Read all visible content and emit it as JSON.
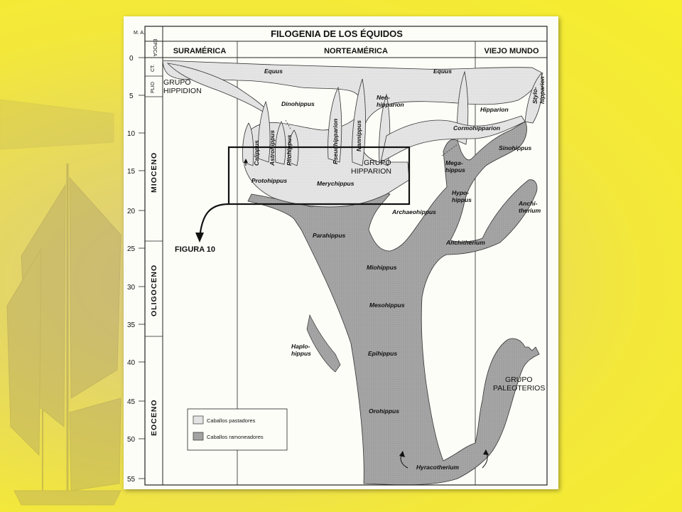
{
  "diagram": {
    "title": "FILOGENIA DE LOS ÉQUIDOS",
    "scale_header": "M. A.",
    "epoch_header": "ÉPOCA",
    "regions": [
      "SURAMÉRICA",
      "NORTEAMÉRICA",
      "VIEJO MUNDO"
    ],
    "ticks": [
      "0",
      "5",
      "10",
      "15",
      "20",
      "25",
      "30",
      "35",
      "40",
      "45",
      "50",
      "55"
    ],
    "epochs": {
      "ct": "CT.",
      "plio": "PLIO",
      "mioceno": "MIOCENO",
      "oligoceno": "OLIGOCENO",
      "eoceno": "EOCENO"
    },
    "groups": {
      "hippidion_1": "GRUPO",
      "hippidion_2": "HIPPIDION",
      "hipparion_1": "GRUPO",
      "hipparion_2": "HIPPARION",
      "paleoterios_1": "GRUPO",
      "paleoterios_2": "PALEOTERIOS"
    },
    "figure_ref": "FIGURA 10",
    "taxa": {
      "equus_na": "Equus",
      "equus_vm": "Equus",
      "dinohippus": "Dinohippus",
      "neohipparion_1": "Neo-",
      "neohipparion_2": "hipparion",
      "pseudhipparion": "Pseudhipparion",
      "nannippus": "Nannippus",
      "calippus": "Calippus",
      "astrohippus": "Astrohippus",
      "pliohippus": "Pliohippus",
      "protohippus": "Protohippus",
      "merychippus": "Merychippus",
      "hipparion": "Hipparion",
      "stylohipparion_1": "Stylo-",
      "stylohipparion_2": "hipparion",
      "cormohipparion": "Cormohipparion",
      "sinohippus": "Sinohippus",
      "megahippus_1": "Mega-",
      "megahippus_2": "hippus",
      "hypohippus_1": "Hypo-",
      "hypohippus_2": "hippus",
      "anchitherium_1": "Anchi-",
      "anchitherium_2": "therium",
      "archaeohippus": "Archaeohippus",
      "anchitherium": "Anchitherium",
      "parahippus": "Parahippus",
      "miohippus": "Miohippus",
      "mesohippus": "Mesohippus",
      "haplohippus_1": "Haplo-",
      "haplohippus_2": "hippus",
      "epihippus": "Epihippus",
      "orohippus": "Orohippus",
      "hyracotherium": "Hyracotherium"
    },
    "legend": {
      "grazers": "Caballos pastadores",
      "browsers": "Caballos ramoneadores"
    },
    "colors": {
      "grazers_fill": "#e2e2e2",
      "browsers_fill": "#a3a3a3",
      "background": "#f5ec2e"
    }
  }
}
